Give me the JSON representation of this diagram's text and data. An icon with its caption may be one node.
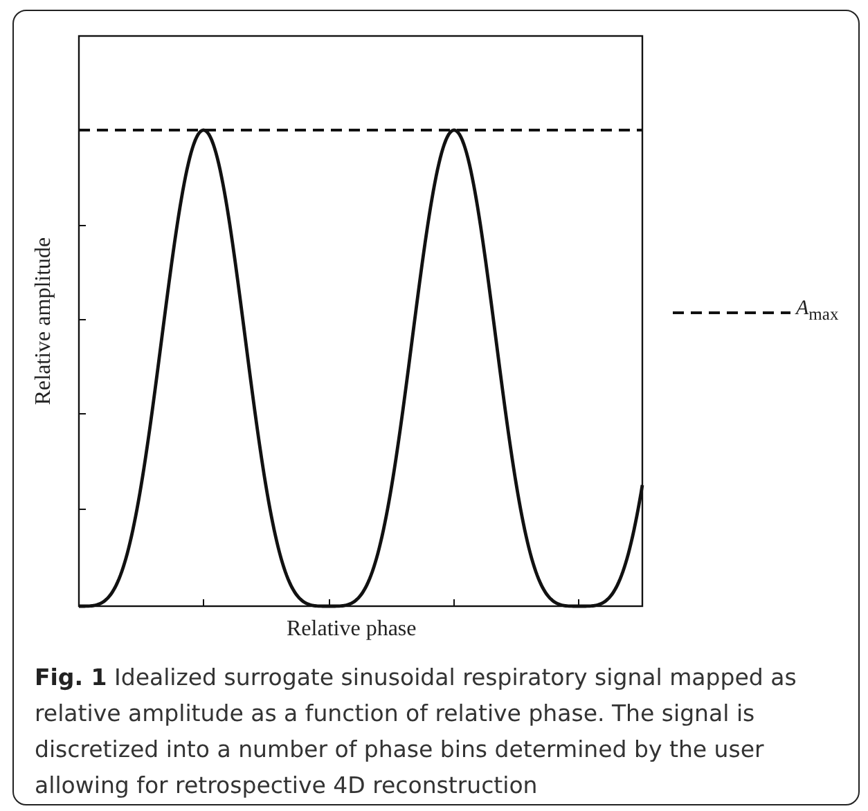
{
  "diagram": {
    "caption": "**Fig. 1** Idealized surrogate sinusoidal respiratory signal mapped as relative amplitude as a function of relative phase. The signal is discretized into a number of phase bins determined by the user allowing for retrospective 4D reconstruction",
    "labels": [
      "Relative amplitude",
      "Relative phase"
    ],
    "legend": [
      {
        "text": "*A*$_{max}$"
      }
    ]
  }
}
